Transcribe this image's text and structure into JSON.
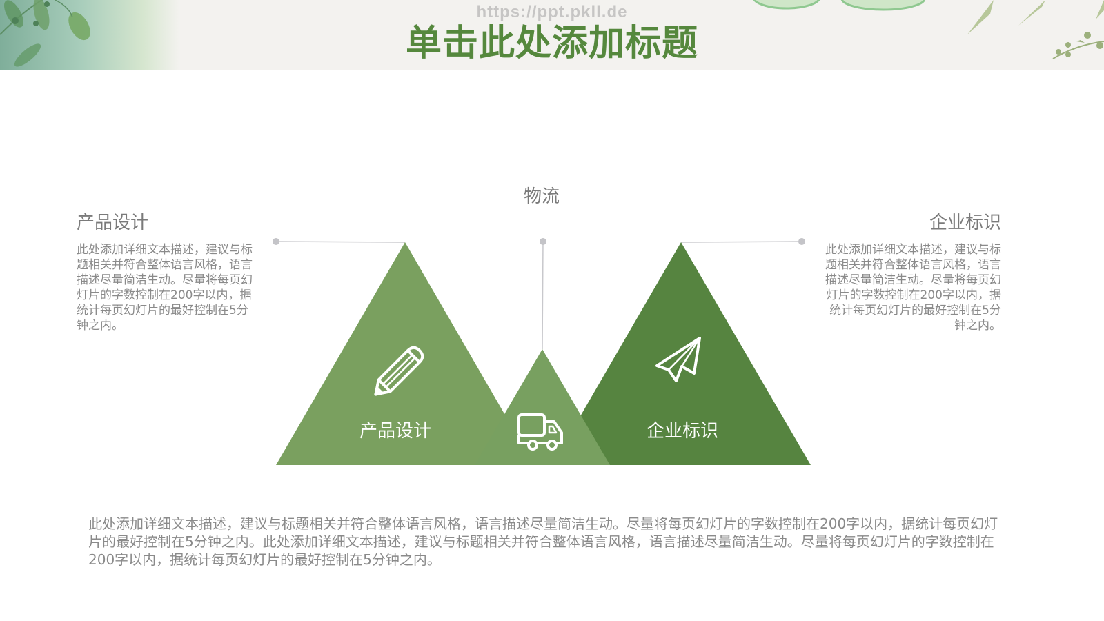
{
  "header": {
    "watermark": "https://ppt.pkll.de",
    "title": "单击此处添加标题"
  },
  "colors": {
    "title_green": "#55883d",
    "triangle_left": "#7aa05f",
    "triangle_middle": "#78a060",
    "triangle_right": "#568440",
    "connector_gray": "#c8c8cc",
    "text_gray": "#7a7a7a"
  },
  "diagram": {
    "top_label": "物流",
    "left": {
      "title": "产品设计",
      "description": "此处添加详细文本描述，建议与标题相关并符合整体语言风格，语言描述尽量简洁生动。尽量将每页幻灯片的字数控制在200字以内，据统计每页幻灯片的最好控制在5分钟之内。",
      "triangle_label": "产品设计",
      "icon": "pencil-icon"
    },
    "middle": {
      "title": "物流",
      "icon": "truck-icon"
    },
    "right": {
      "title": "企业标识",
      "description": "此处添加详细文本描述，建议与标题相关并符合整体语言风格，语言描述尽量简洁生动。尽量将每页幻灯片的字数控制在200字以内，据统计每页幻灯片的最好控制在5分钟之内。",
      "triangle_label": "企业标识",
      "icon": "paper-plane-icon"
    }
  },
  "footer": {
    "description": "此处添加详细文本描述，建议与标题相关并符合整体语言风格，语言描述尽量简洁生动。尽量将每页幻灯片的字数控制在200字以内，据统计每页幻灯片的最好控制在5分钟之内。此处添加详细文本描述，建议与标题相关并符合整体语言风格，语言描述尽量简洁生动。尽量将每页幻灯片的字数控制在200字以内，据统计每页幻灯片的最好控制在5分钟之内。"
  }
}
